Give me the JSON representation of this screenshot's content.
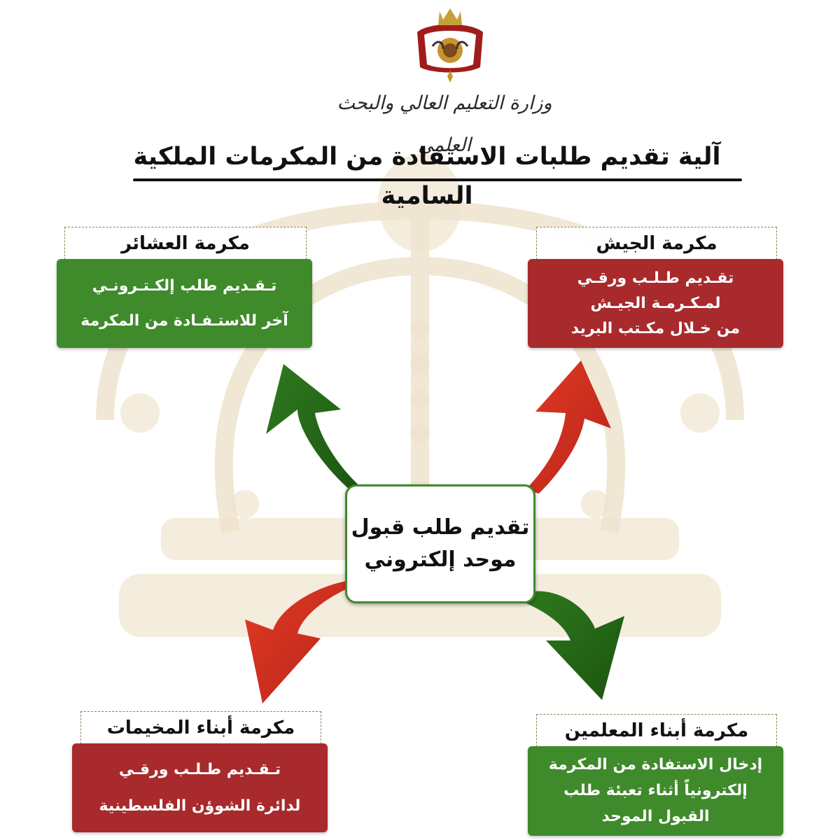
{
  "ministry_name": "وزارة التعليم العالي والبحث العلمي",
  "title": "آلية تقديم طلبات الاستفادة من المكرمات الملكية السامية",
  "center": {
    "line1": "تقديم طلب قبول",
    "line2": "موحد إلكتروني"
  },
  "cards": {
    "tribes": {
      "heading": "مكرمة العشائر",
      "lines": [
        "تـقـديم طلب إلكـتـرونـي",
        "آخر للاستـفـادة من المكرمة"
      ],
      "color": "#3f8a2b"
    },
    "army": {
      "heading": "مكرمة الجيش",
      "lines": [
        "تقـديم طـلـب ورقـي",
        "لمـكـرمـة الجيـش",
        "من خـلال مكـتب البريد"
      ],
      "color": "#a82a2c"
    },
    "camps": {
      "heading": "مكرمة أبناء المخيمات",
      "lines": [
        "تـقـديم طـلـب ورقـي",
        "لدائرة الشوؤن الفلسطينية"
      ],
      "color": "#a82a2c"
    },
    "teachers": {
      "heading": "مكرمة أبناء المعلمين",
      "lines": [
        "إدخال الاستفادة من المكرمة",
        "إلكترونياً أثناء تعبئة طلب",
        "القبول الموحد"
      ],
      "color": "#3f8a2b"
    }
  },
  "colors": {
    "green": "#3f8a2b",
    "red": "#a82a2c",
    "crown_watermark": "#e9dcc6"
  }
}
